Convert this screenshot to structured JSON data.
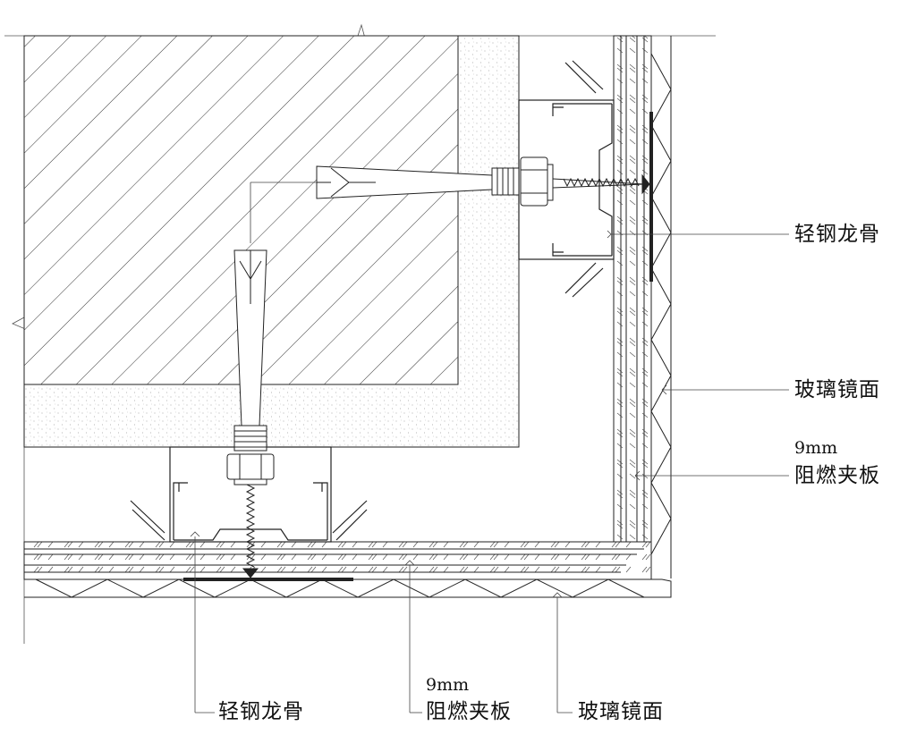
{
  "labels": {
    "right": {
      "keel": "轻钢龙骨",
      "mirror": "玻璃镜面",
      "board_thickness": "9mm",
      "board": "阻燃夹板"
    },
    "bottom": {
      "keel": "轻钢龙骨",
      "board_thickness": "9mm",
      "board": "阻燃夹板",
      "mirror": "玻璃镜面"
    }
  },
  "colors": {
    "line": "#222222",
    "screed_dots": "#9a9a9a",
    "hatch": "#333333"
  }
}
